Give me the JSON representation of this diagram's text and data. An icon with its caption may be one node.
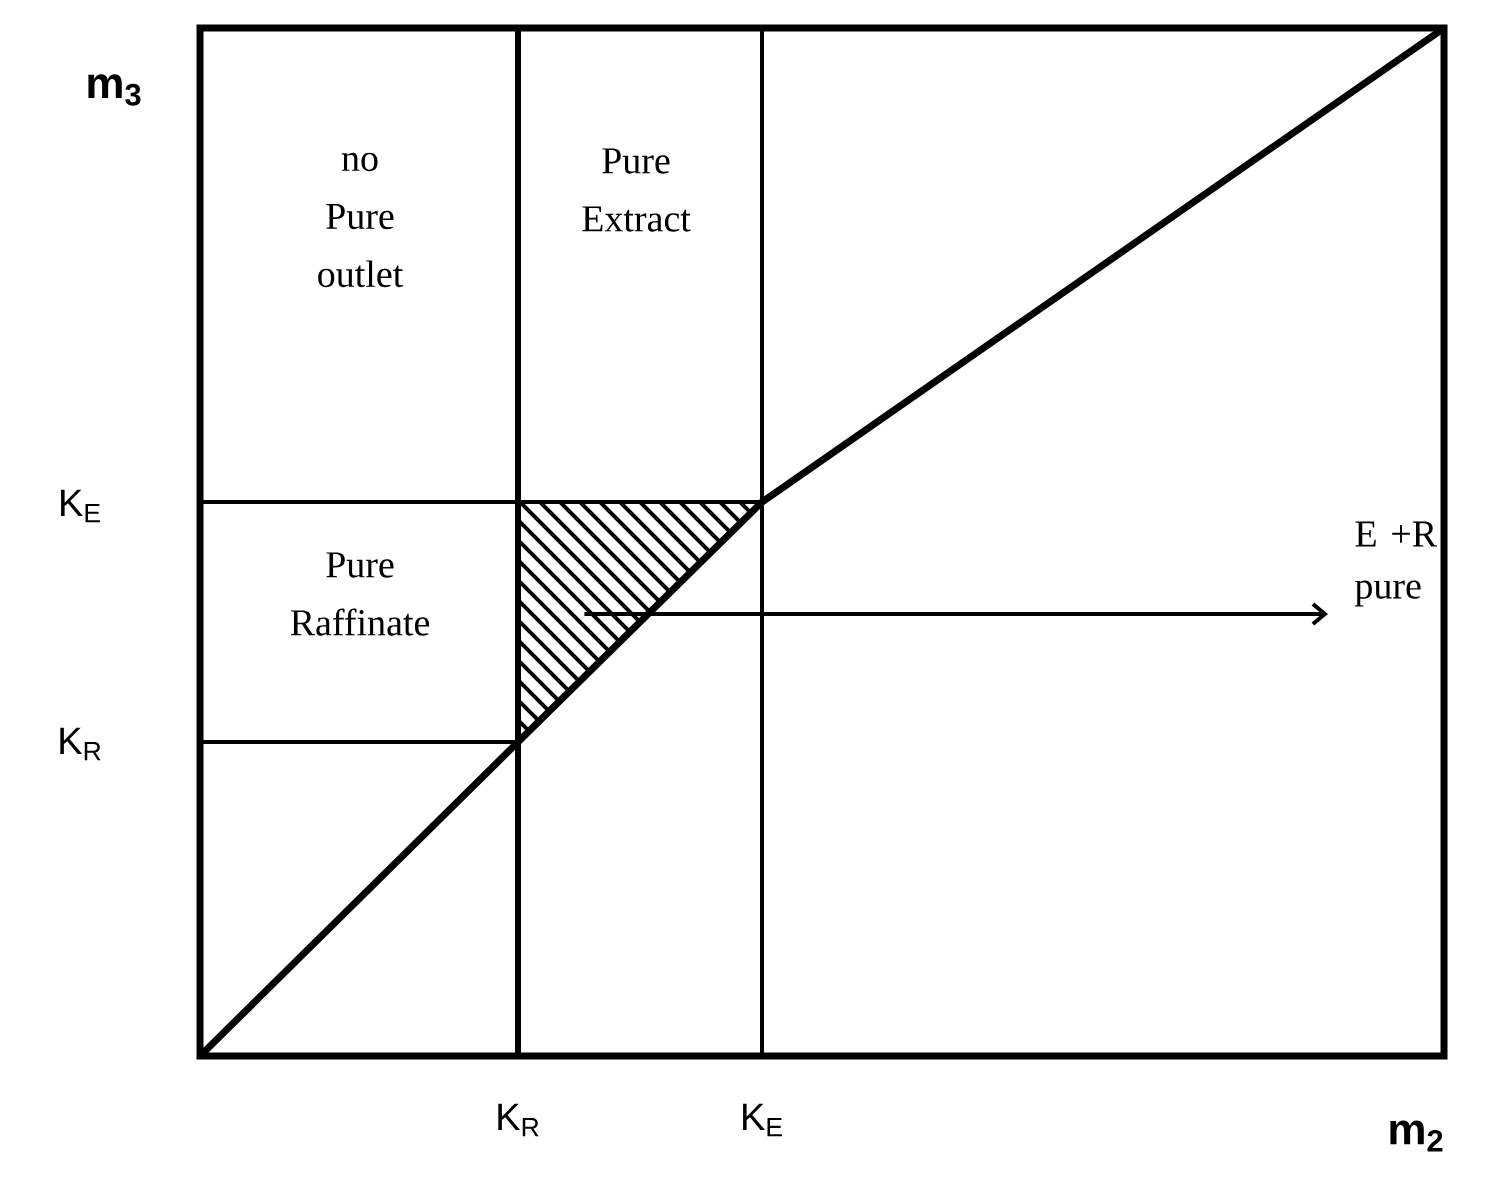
{
  "diagram": {
    "nodes": [
      {
        "text": [],
        "shape": "triangle"
      },
      {
        "text": [
          "E +R pure"
        ]
      }
    ],
    "edges": [
      {
        "from": 0,
        "to": 1,
        "arrow": "to"
      }
    ],
    "labels": [
      "m$_{3}$",
      "no Pure outlet",
      "Pure Extract",
      "K$_{E}$",
      "Pure Raffinate",
      "K$_{R}$",
      "K$_{R}$",
      "K$_{E}$",
      "m$_{2}$"
    ]
  }
}
